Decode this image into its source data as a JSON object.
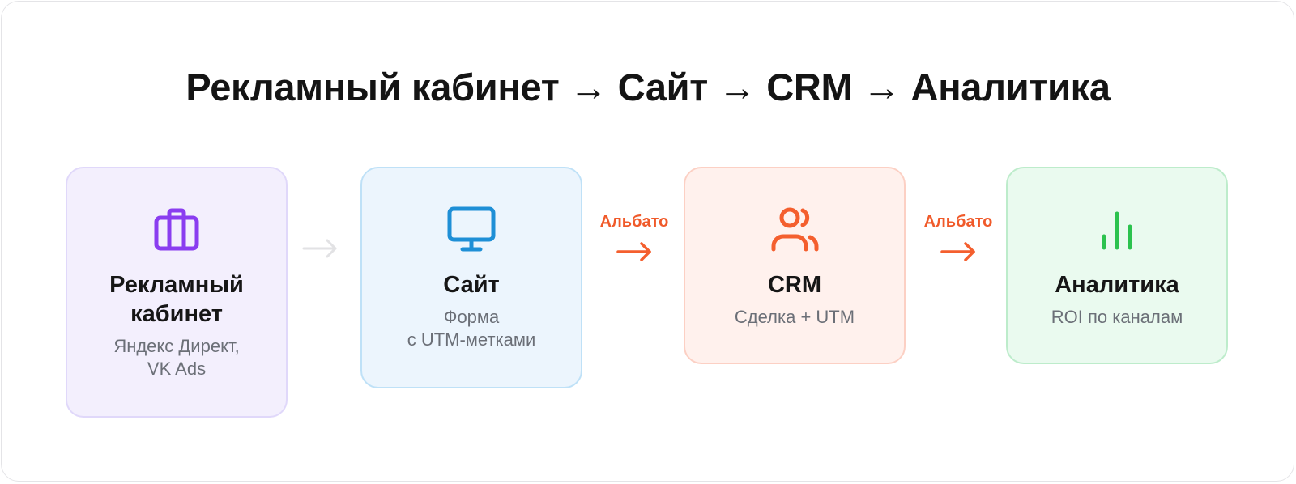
{
  "title": "Рекламный кабинет → Сайт → CRM → Аналитика",
  "colors": {
    "purple": "#8a3df0",
    "blue": "#1e8fd6",
    "orange": "#f45f2e",
    "green": "#2cc24e",
    "connector_grey": "#e2e2e4"
  },
  "cards": [
    {
      "icon": "briefcase-icon",
      "name_lines": [
        "Рекламный",
        "кабинет"
      ],
      "desc_lines": [
        "Яндекс Директ,",
        "VK Ads"
      ]
    },
    {
      "icon": "monitor-icon",
      "name_lines": [
        "Сайт"
      ],
      "desc_lines": [
        "Форма",
        "с UTM-метками"
      ]
    },
    {
      "icon": "users-icon",
      "name_lines": [
        "CRM"
      ],
      "desc_lines": [
        "Сделка + UTM"
      ]
    },
    {
      "icon": "bar-chart-icon",
      "name_lines": [
        "Аналитика"
      ],
      "desc_lines": [
        "ROI по каналам"
      ]
    }
  ],
  "connectors": [
    {
      "label": ""
    },
    {
      "label": "Альбато"
    },
    {
      "label": "Альбато"
    }
  ]
}
